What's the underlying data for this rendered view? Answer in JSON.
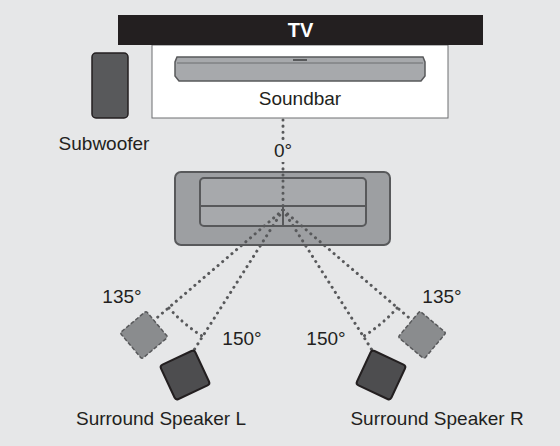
{
  "diagram": {
    "nodes": [
      {
        "text": [
          "TV"
        ]
      },
      {
        "text": [
          "Soundbar"
        ]
      },
      {
        "text": [
          "Subwoofer"
        ]
      },
      {
        "text": [
          "Surround Speaker L"
        ]
      },
      {
        "text": [
          "Surround Speaker R"
        ]
      }
    ],
    "labels": [
      "0°",
      "135°",
      "150°",
      "150°",
      "135°"
    ]
  }
}
